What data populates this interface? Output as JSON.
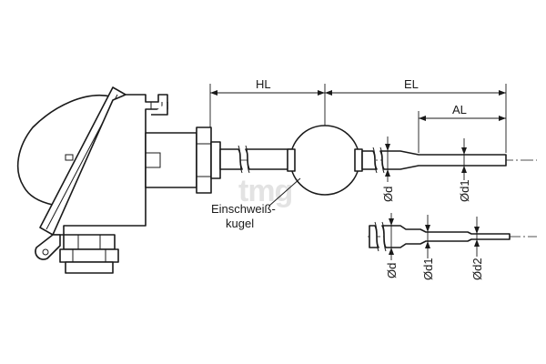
{
  "dimensions": {
    "hl": "HL",
    "el": "EL",
    "al": "AL",
    "d_main": "Ød",
    "d1_main": "Ød1",
    "d_detail": "Ød",
    "d1_detail": "Ød1",
    "d2_detail": "Ød2"
  },
  "labels": {
    "weld_ball_line1": "Einschweiß-",
    "weld_ball_line2": "kugel"
  },
  "watermark": {
    "text": "tmg",
    "color": "#e3e3e3"
  },
  "colors": {
    "line": "#1a1a1a",
    "background": "#ffffff"
  }
}
